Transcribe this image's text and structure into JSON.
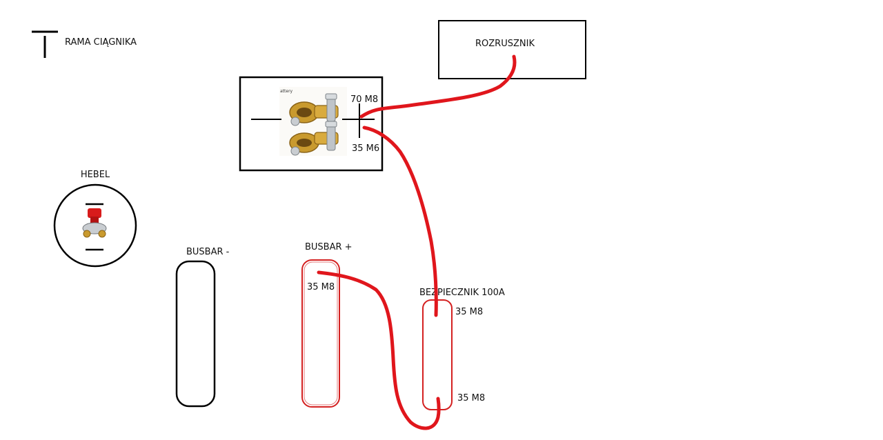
{
  "ground": {
    "label": "RAMA CIĄGNIKA"
  },
  "starter": {
    "label": "ROZRUSZNIK"
  },
  "battery_box": {
    "terminal_top_label": "70 M8",
    "terminal_bottom_label": "35 M6",
    "image_caption": "attery"
  },
  "switch": {
    "label": "HEBEL"
  },
  "busbar_minus": {
    "label": "BUSBAR -"
  },
  "busbar_plus": {
    "label": "BUSBAR +",
    "terminal_label": "35 M8"
  },
  "fuse": {
    "label": "BEZPIECZNIK 100A",
    "terminal_top_label": "35 M8",
    "terminal_bottom_label": "35 M8"
  },
  "colors": {
    "wire": "#e0161c",
    "outline": "#000000",
    "busbar_plus_outline": "#d42020",
    "fuse_outline": "#d42020",
    "brass": "#c99a2e"
  },
  "icons": {
    "ground": "ground-symbol-icon",
    "battery_terminals": "battery-clamp-icon",
    "switch": "battery-cutoff-switch-icon"
  }
}
